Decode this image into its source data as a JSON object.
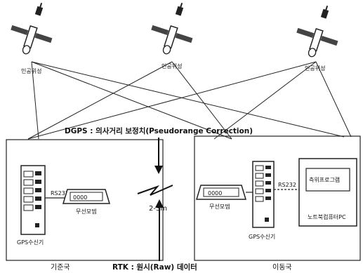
{
  "satellites": [
    {
      "label": "인공위성"
    },
    {
      "label": "인공위성"
    },
    {
      "label": "인공위성"
    }
  ],
  "dgps_text": "DGPS : 의사거리 보정치(Pseudorange Correction)",
  "rtk_text": "RTK : 원시(Raw) 데이터",
  "distance_text": "2-3m",
  "base_station": {
    "label": "기준국",
    "receiver_label": "GPS수신기",
    "rs_label": "RS232",
    "modem_label": "무선모뎀",
    "modem_digits": "0000"
  },
  "rover_station": {
    "label": "이동국",
    "receiver_label": "GPS수신기",
    "rs_label": "RS232",
    "modem_label": "무선모뎀",
    "modem_digits": "0000",
    "program_label": "측위프로그램",
    "pc_label": "노트북컴퓨터PC"
  }
}
